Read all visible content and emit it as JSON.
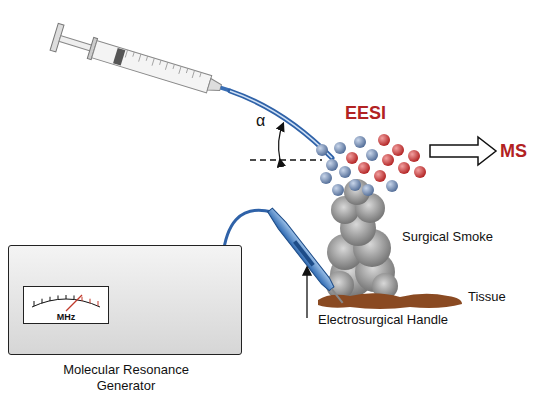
{
  "diagram": {
    "nodes": [
      {
        "text": [
          "Molecular Resonance Generator"
        ]
      },
      {
        "text": [
          "MHz"
        ],
        "in": 0
      }
    ],
    "labels": [
      "EESI",
      "MS",
      "α",
      "Surgical Smoke",
      "Tissue",
      "Electrosurgical Handle"
    ]
  }
}
